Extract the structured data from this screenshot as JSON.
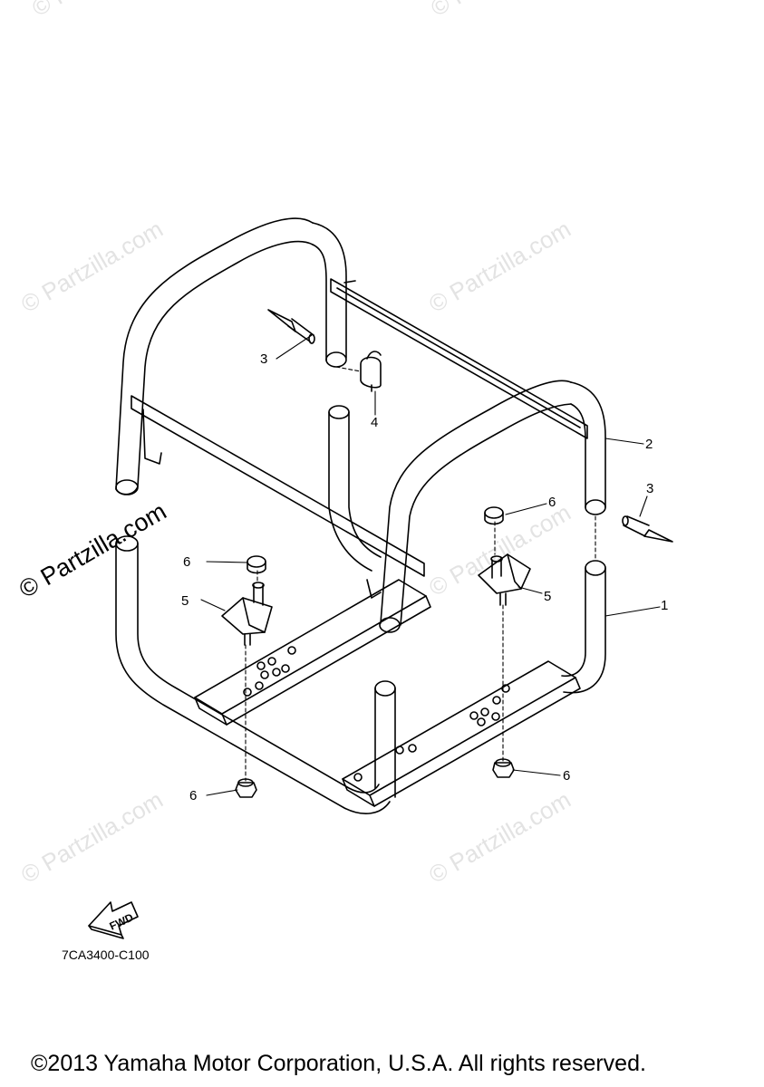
{
  "watermark": {
    "text": "© Partzilla.com",
    "emphasized_text": "© Partzilla.com"
  },
  "diagram": {
    "part_labels": [
      "1",
      "2",
      "3",
      "3",
      "4",
      "5",
      "5",
      "6",
      "6",
      "6",
      "6"
    ],
    "fwd_label": "FWD",
    "drawing_code": "7CA3400-C100"
  },
  "footer": {
    "copyright": "©2013 Yamaha Motor Corporation, U.S.A. All rights reserved."
  },
  "colors": {
    "line": "#000000",
    "background": "#ffffff",
    "watermark": "#e3e3e3"
  }
}
